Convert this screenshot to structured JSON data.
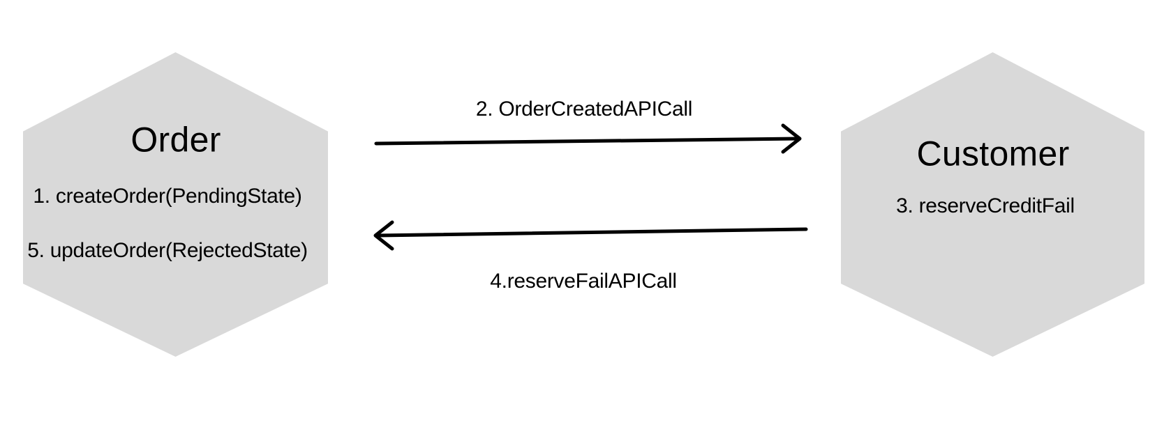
{
  "diagram": {
    "nodes": [
      {
        "id": "order",
        "title": "Order",
        "items": [
          "1. createOrder(PendingState)",
          "5. updateOrder(RejectedState)"
        ]
      },
      {
        "id": "customer",
        "title": "Customer",
        "items": [
          "3. reserveCreditFail"
        ]
      }
    ],
    "edges": [
      {
        "label": "2. OrderCreatedAPICall",
        "from": "Order",
        "to": "Customer",
        "direction": "right"
      },
      {
        "label": "4.reserveFailAPICall",
        "from": "Customer",
        "to": "Order",
        "direction": "left"
      }
    ],
    "colors": {
      "node_fill": "#d9d9d9",
      "text": "#000000",
      "arrow": "#000000",
      "background": "#ffffff"
    }
  }
}
